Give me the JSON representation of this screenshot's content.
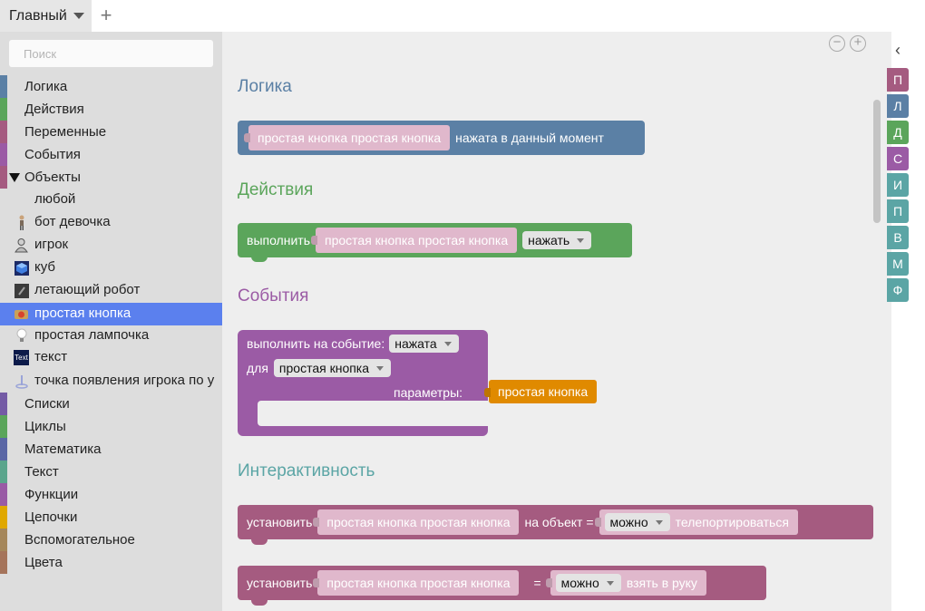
{
  "tab": {
    "label": "Главный",
    "add_label": "+"
  },
  "search": {
    "placeholder": "Поиск"
  },
  "categories_top": [
    {
      "label": "Логика",
      "color": "#5b80a5"
    },
    {
      "label": "Действия",
      "color": "#5ba55b"
    },
    {
      "label": "Переменные",
      "color": "#a55b80"
    },
    {
      "label": "События",
      "color": "#9b5ba5"
    }
  ],
  "objects_category": {
    "label": "Объекты",
    "color": "#a55b80"
  },
  "objects": [
    {
      "label": "любой",
      "icon": "none"
    },
    {
      "label": "бот девочка",
      "icon": "girl-bot-icon"
    },
    {
      "label": "игрок",
      "icon": "player-icon"
    },
    {
      "label": "куб",
      "icon": "cube-icon"
    },
    {
      "label": "летающий робот",
      "icon": "flying-robot-icon"
    },
    {
      "label": "простая кнопка",
      "icon": "button-icon",
      "selected": true
    },
    {
      "label": "простая лампочка",
      "icon": "bulb-icon"
    },
    {
      "label": "текст",
      "icon": "text-icon",
      "icon_text": "Text"
    },
    {
      "label": "точка появления игрока по у",
      "icon": "spawn-point-icon"
    }
  ],
  "categories_bottom": [
    {
      "label": "Списки",
      "color": "#745ba5"
    },
    {
      "label": "Циклы",
      "color": "#5ba55b"
    },
    {
      "label": "Математика",
      "color": "#5b67a5"
    },
    {
      "label": "Текст",
      "color": "#5ba58c"
    },
    {
      "label": "Функции",
      "color": "#995ba5"
    },
    {
      "label": "Цепочки",
      "color": "#e0a800"
    },
    {
      "label": "Вспомогательное",
      "color": "#a5875b"
    },
    {
      "label": "Цвета",
      "color": "#a5745b"
    }
  ],
  "workspace": {
    "zoom_out": "−",
    "zoom_in": "+",
    "sections": {
      "logic": "Логика",
      "actions": "Действия",
      "events": "События",
      "interactivity": "Интерактивность"
    },
    "logic_block": {
      "object": "простая кнопка простая кнопка",
      "text": "нажата в данный момент"
    },
    "action_block": {
      "label": "выполнить",
      "object": "простая кнопка простая кнопка",
      "action": "нажать"
    },
    "event_block": {
      "label": "выполнить на событие:",
      "event": "нажата",
      "for_label": "для",
      "target": "простая кнопка",
      "params_label": "параметры:",
      "param": "простая кнопка"
    },
    "inter_block1": {
      "label": "установить",
      "object": "простая кнопка простая кнопка",
      "mid": "на объект =",
      "value": "можно",
      "tail": "телепортироваться"
    },
    "inter_block2": {
      "label": "установить",
      "object": "простая кнопка простая кнопка",
      "eq": "=",
      "value": "можно",
      "tail": "взять в руку"
    }
  },
  "rail": {
    "collapse": "‹",
    "tabs": [
      {
        "label": "П",
        "color": "#a55b80"
      },
      {
        "label": "Л",
        "color": "#5b80a5"
      },
      {
        "label": "Д",
        "color": "#5ba55b"
      },
      {
        "label": "С",
        "color": "#9b5ba5"
      },
      {
        "label": "И",
        "color": "#5ba5a5"
      },
      {
        "label": "П",
        "color": "#5ba5a5"
      },
      {
        "label": "В",
        "color": "#5ba5a5"
      },
      {
        "label": "М",
        "color": "#5ba5a5"
      },
      {
        "label": "Ф",
        "color": "#5ba5a5"
      }
    ]
  }
}
